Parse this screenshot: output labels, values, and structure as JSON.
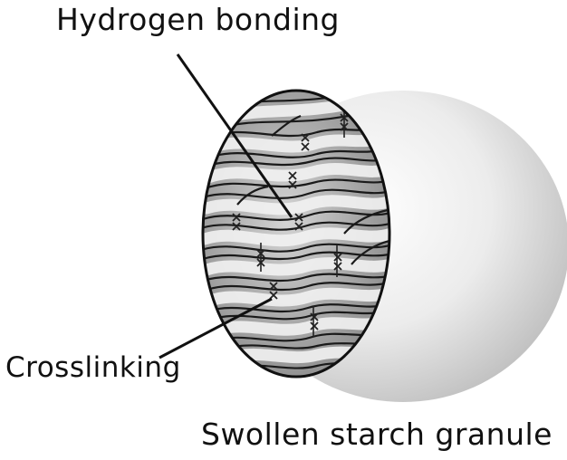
{
  "diagram": {
    "labels": {
      "hydrogen_bonding": "Hydrogen bonding",
      "crosslinking": "Crosslinking",
      "caption": "Swollen starch granule"
    },
    "colors": {
      "background": "#ffffff",
      "ink": "#111111",
      "sphere_light": "#ffffff",
      "sphere_dark": "#bdbdbd"
    }
  }
}
